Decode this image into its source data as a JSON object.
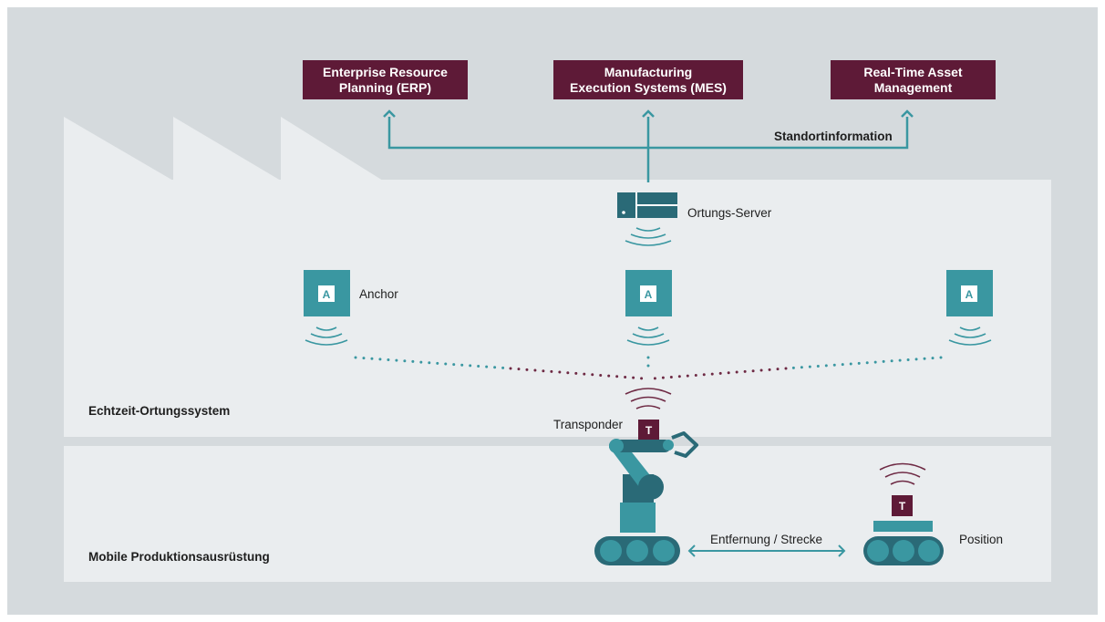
{
  "top_systems": [
    {
      "line1": "Enterprise Resource",
      "line2": "Planning (ERP)"
    },
    {
      "line1": "Manufacturing",
      "line2": "Execution Systems (MES)"
    },
    {
      "line1": "Real-Time Asset",
      "line2": "Management"
    }
  ],
  "labels": {
    "location_info": "Standortinformation",
    "server": "Ortungs-Server",
    "anchor": "Anchor",
    "anchor_letter": "A",
    "tag_letter": "T",
    "transponder": "Transponder",
    "rtls": "Echtzeit-Ortungssystem",
    "mobile": "Mobile Produktionsausrüstung",
    "distance": "Entfernung / Strecke",
    "position": "Position"
  },
  "colors": {
    "background": "#d5dadd",
    "panel": "#eaedef",
    "teal": "#3a97a1",
    "dark_teal": "#2a6a77",
    "maroon": "#5e1a37"
  }
}
